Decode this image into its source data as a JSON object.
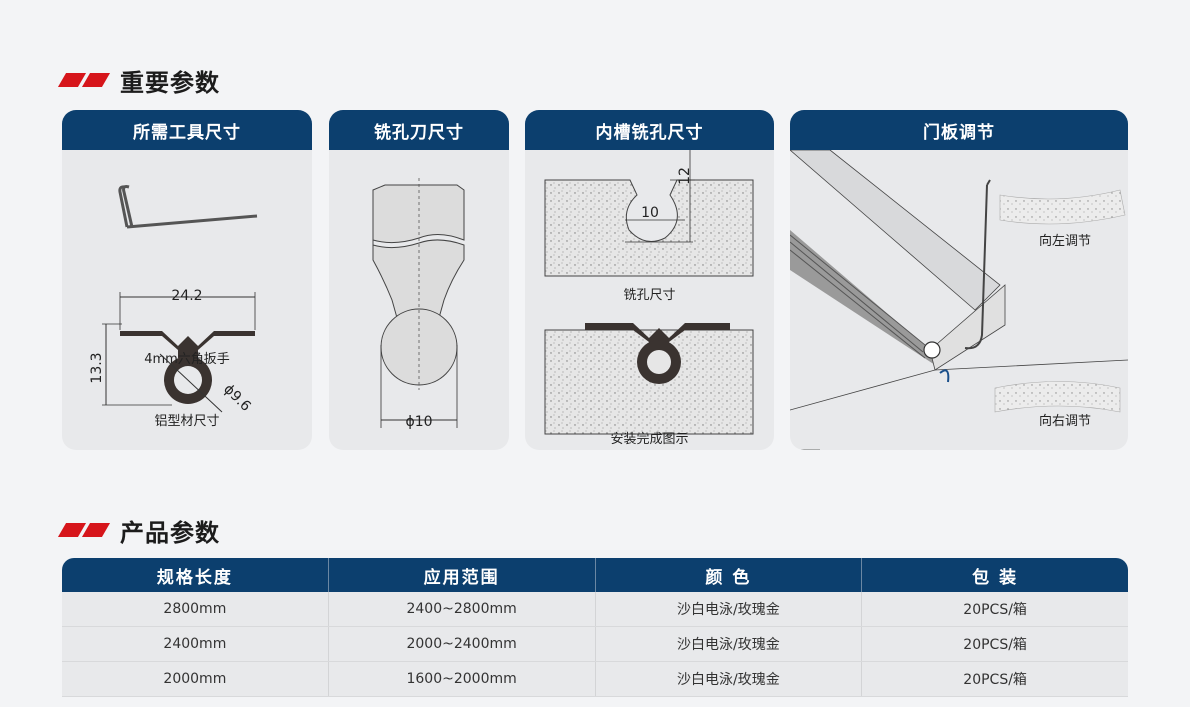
{
  "section1": {
    "title": "重要参数"
  },
  "section2": {
    "title": "产品参数"
  },
  "cards": {
    "tools": {
      "title": "所需工具尺寸",
      "wrench_label": "4mm六角扳手",
      "profile_label": "铝型材尺寸",
      "dim_width": "24.2",
      "dim_height": "13.3",
      "dim_diameter": "ϕ9.6"
    },
    "cutter": {
      "title": "铣孔刀尺寸",
      "dim_diameter": "ϕ10"
    },
    "groove": {
      "title": "内槽铣孔尺寸",
      "dim_depth": "12",
      "dim_width": "10",
      "label_top": "铣孔尺寸",
      "label_bottom": "安装完成图示"
    },
    "door": {
      "title": "门板调节",
      "label_left": "向左调节",
      "label_right": "向右调节"
    }
  },
  "table": {
    "headers": [
      "规格长度",
      "应用范围",
      "颜 色",
      "包 装"
    ],
    "rows": [
      [
        "2800mm",
        "2400~2800mm",
        "沙白电泳/玫瑰金",
        "20PCS/箱"
      ],
      [
        "2400mm",
        "2000~2400mm",
        "沙白电泳/玫瑰金",
        "20PCS/箱"
      ],
      [
        "2000mm",
        "1600~2000mm",
        "沙白电泳/玫瑰金",
        "20PCS/箱"
      ]
    ]
  },
  "colors": {
    "accent": "#d6151b",
    "header_blue": "#0c3f6e",
    "card_bg": "#e8e9eb"
  }
}
